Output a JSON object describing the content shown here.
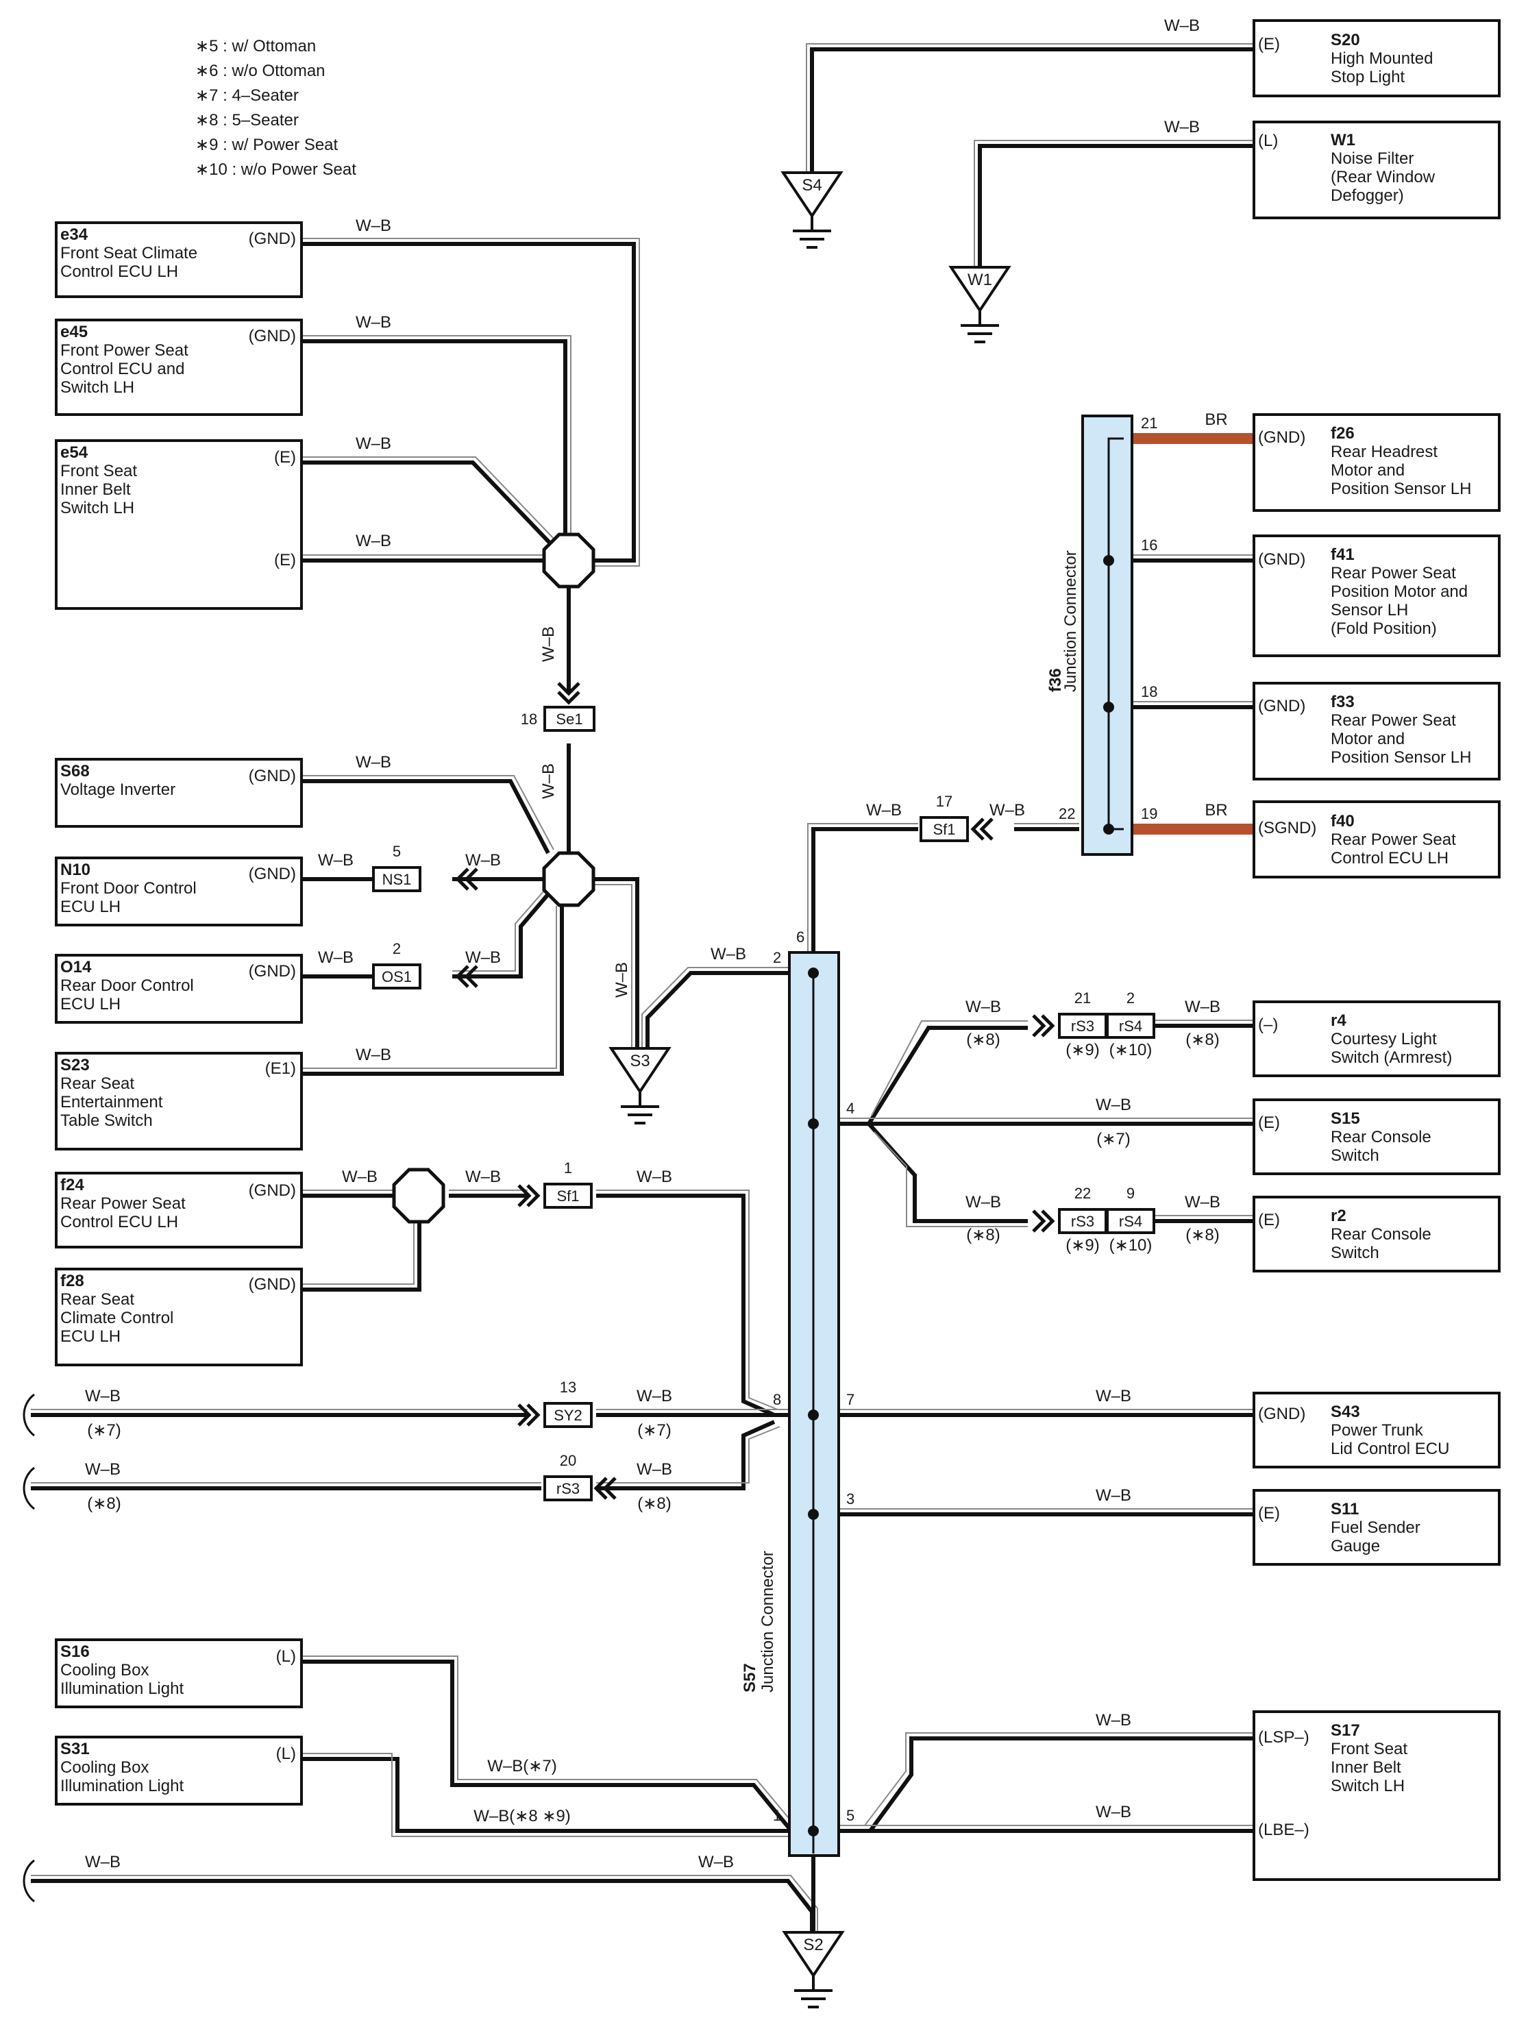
{
  "notes": [
    "∗5 : w/ Ottoman",
    "∗6 : w/o Ottoman",
    "∗7 : 4–Seater",
    "∗8 : 5–Seater",
    "∗9 : w/ Power Seat",
    "∗10 : w/o Power Seat"
  ],
  "wire_color": "W–B",
  "wire_color_br": "BR",
  "colors": {
    "wire": "#111111",
    "br_wire": "#b5512c",
    "connector_fill": "#cfe7f6"
  },
  "left_components": {
    "e34": {
      "code": "e34",
      "name": [
        "Front Seat Climate",
        "Control ECU LH"
      ],
      "pin": "(GND)"
    },
    "e45": {
      "code": "e45",
      "name": [
        "Front Power Seat",
        "Control ECU and",
        "Switch LH"
      ],
      "pin": "(GND)"
    },
    "e54": {
      "code": "e54",
      "name": [
        "Front Seat",
        "Inner Belt",
        "Switch LH"
      ],
      "pin1": "(E)",
      "pin2": "(E)"
    },
    "S68": {
      "code": "S68",
      "name": [
        "Voltage Inverter"
      ],
      "pin": "(GND)"
    },
    "N10": {
      "code": "N10",
      "name": [
        "Front Door Control",
        "ECU LH"
      ],
      "pin": "(GND)"
    },
    "O14": {
      "code": "O14",
      "name": [
        "Rear Door Control",
        "ECU LH"
      ],
      "pin": "(GND)"
    },
    "S23": {
      "code": "S23",
      "name": [
        "Rear Seat",
        "Entertainment",
        "Table Switch"
      ],
      "pin": "(E1)"
    },
    "f24": {
      "code": "f24",
      "name": [
        "Rear Power Seat",
        "Control ECU LH"
      ],
      "pin": "(GND)"
    },
    "f28": {
      "code": "f28",
      "name": [
        "Rear Seat",
        "Climate Control",
        "ECU LH"
      ],
      "pin": "(GND)"
    },
    "S16": {
      "code": "S16",
      "name": [
        "Cooling Box",
        "Illumination Light"
      ],
      "pin": "(L)"
    },
    "S31": {
      "code": "S31",
      "name": [
        "Cooling Box",
        "Illumination Light"
      ],
      "pin": "(L)"
    }
  },
  "right_components": {
    "S20": {
      "code": "S20",
      "name": [
        "High Mounted",
        "Stop Light"
      ],
      "pin": "(E)"
    },
    "W1": {
      "code": "W1",
      "name": [
        "Noise Filter",
        "(Rear Window",
        " Defogger)"
      ],
      "pin": "(L)"
    },
    "f26": {
      "code": "f26",
      "name": [
        "Rear Headrest",
        "Motor and",
        "Position Sensor LH"
      ],
      "pin": "(GND)"
    },
    "f41": {
      "code": "f41",
      "name": [
        "Rear Power Seat",
        "Position Motor and",
        "Sensor LH",
        "(Fold Position)"
      ],
      "pin": "(GND)"
    },
    "f33": {
      "code": "f33",
      "name": [
        "Rear Power Seat",
        "Motor and",
        "Position Sensor LH"
      ],
      "pin": "(GND)"
    },
    "f40": {
      "code": "f40",
      "name": [
        "Rear Power Seat",
        "Control ECU LH"
      ],
      "pin": "(SGND)"
    },
    "r4": {
      "code": "r4",
      "name": [
        "Courtesy Light",
        "Switch (Armrest)"
      ],
      "pin": "(–)"
    },
    "S15": {
      "code": "S15",
      "name": [
        "Rear Console",
        "Switch"
      ],
      "pin": "(E)"
    },
    "r2": {
      "code": "r2",
      "name": [
        "Rear Console",
        "Switch"
      ],
      "pin": "(E)"
    },
    "S43": {
      "code": "S43",
      "name": [
        "Power Trunk",
        "Lid Control ECU"
      ],
      "pin": "(GND)"
    },
    "S11": {
      "code": "S11",
      "name": [
        "Fuel Sender",
        "Gauge"
      ],
      "pin": "(E)"
    },
    "S17": {
      "code": "S17",
      "name": [
        "Front Seat",
        "Inner Belt",
        "Switch LH"
      ],
      "pin1": "(LSP–)",
      "pin2": "(LBE–)"
    }
  },
  "grounds": {
    "S4": "S4",
    "W1": "W1",
    "S3": "S3",
    "S2": "S2"
  },
  "junction_connectors": {
    "f36": {
      "code": "f36",
      "label": "Junction Connector",
      "pins": [
        "21",
        "16",
        "18",
        "22",
        "19"
      ]
    },
    "S57": {
      "code": "S57",
      "label": "Junction Connector",
      "pins": [
        "6",
        "2",
        "4",
        "8",
        "7",
        "3",
        "1",
        "5"
      ]
    }
  },
  "inline_connectors": {
    "Se1": {
      "code": "Se1",
      "pin": "18"
    },
    "NS1": {
      "code": "NS1",
      "pin": "5"
    },
    "OS1": {
      "code": "OS1",
      "pin": "2"
    },
    "Sf1a": {
      "code": "Sf1",
      "pin": "17"
    },
    "Sf1b": {
      "code": "Sf1",
      "pin": "1"
    },
    "SY2": {
      "code": "SY2",
      "pin": "13"
    },
    "rS3c": {
      "code": "rS3",
      "pin": "20"
    },
    "rS3a": {
      "code": "rS3",
      "pin": "21"
    },
    "rS4a": {
      "code": "rS4",
      "pin": "2"
    },
    "rS3b": {
      "code": "rS3",
      "pin": "22"
    },
    "rS4b": {
      "code": "rS4",
      "pin": "9"
    }
  },
  "variant_labels": {
    "n7": "(∗7)",
    "n8": "(∗8)",
    "n9": "(∗9)",
    "n10": "(∗10)",
    "wb7": "W–B(∗7)",
    "wb89": "W–B(∗8 ∗9)"
  }
}
